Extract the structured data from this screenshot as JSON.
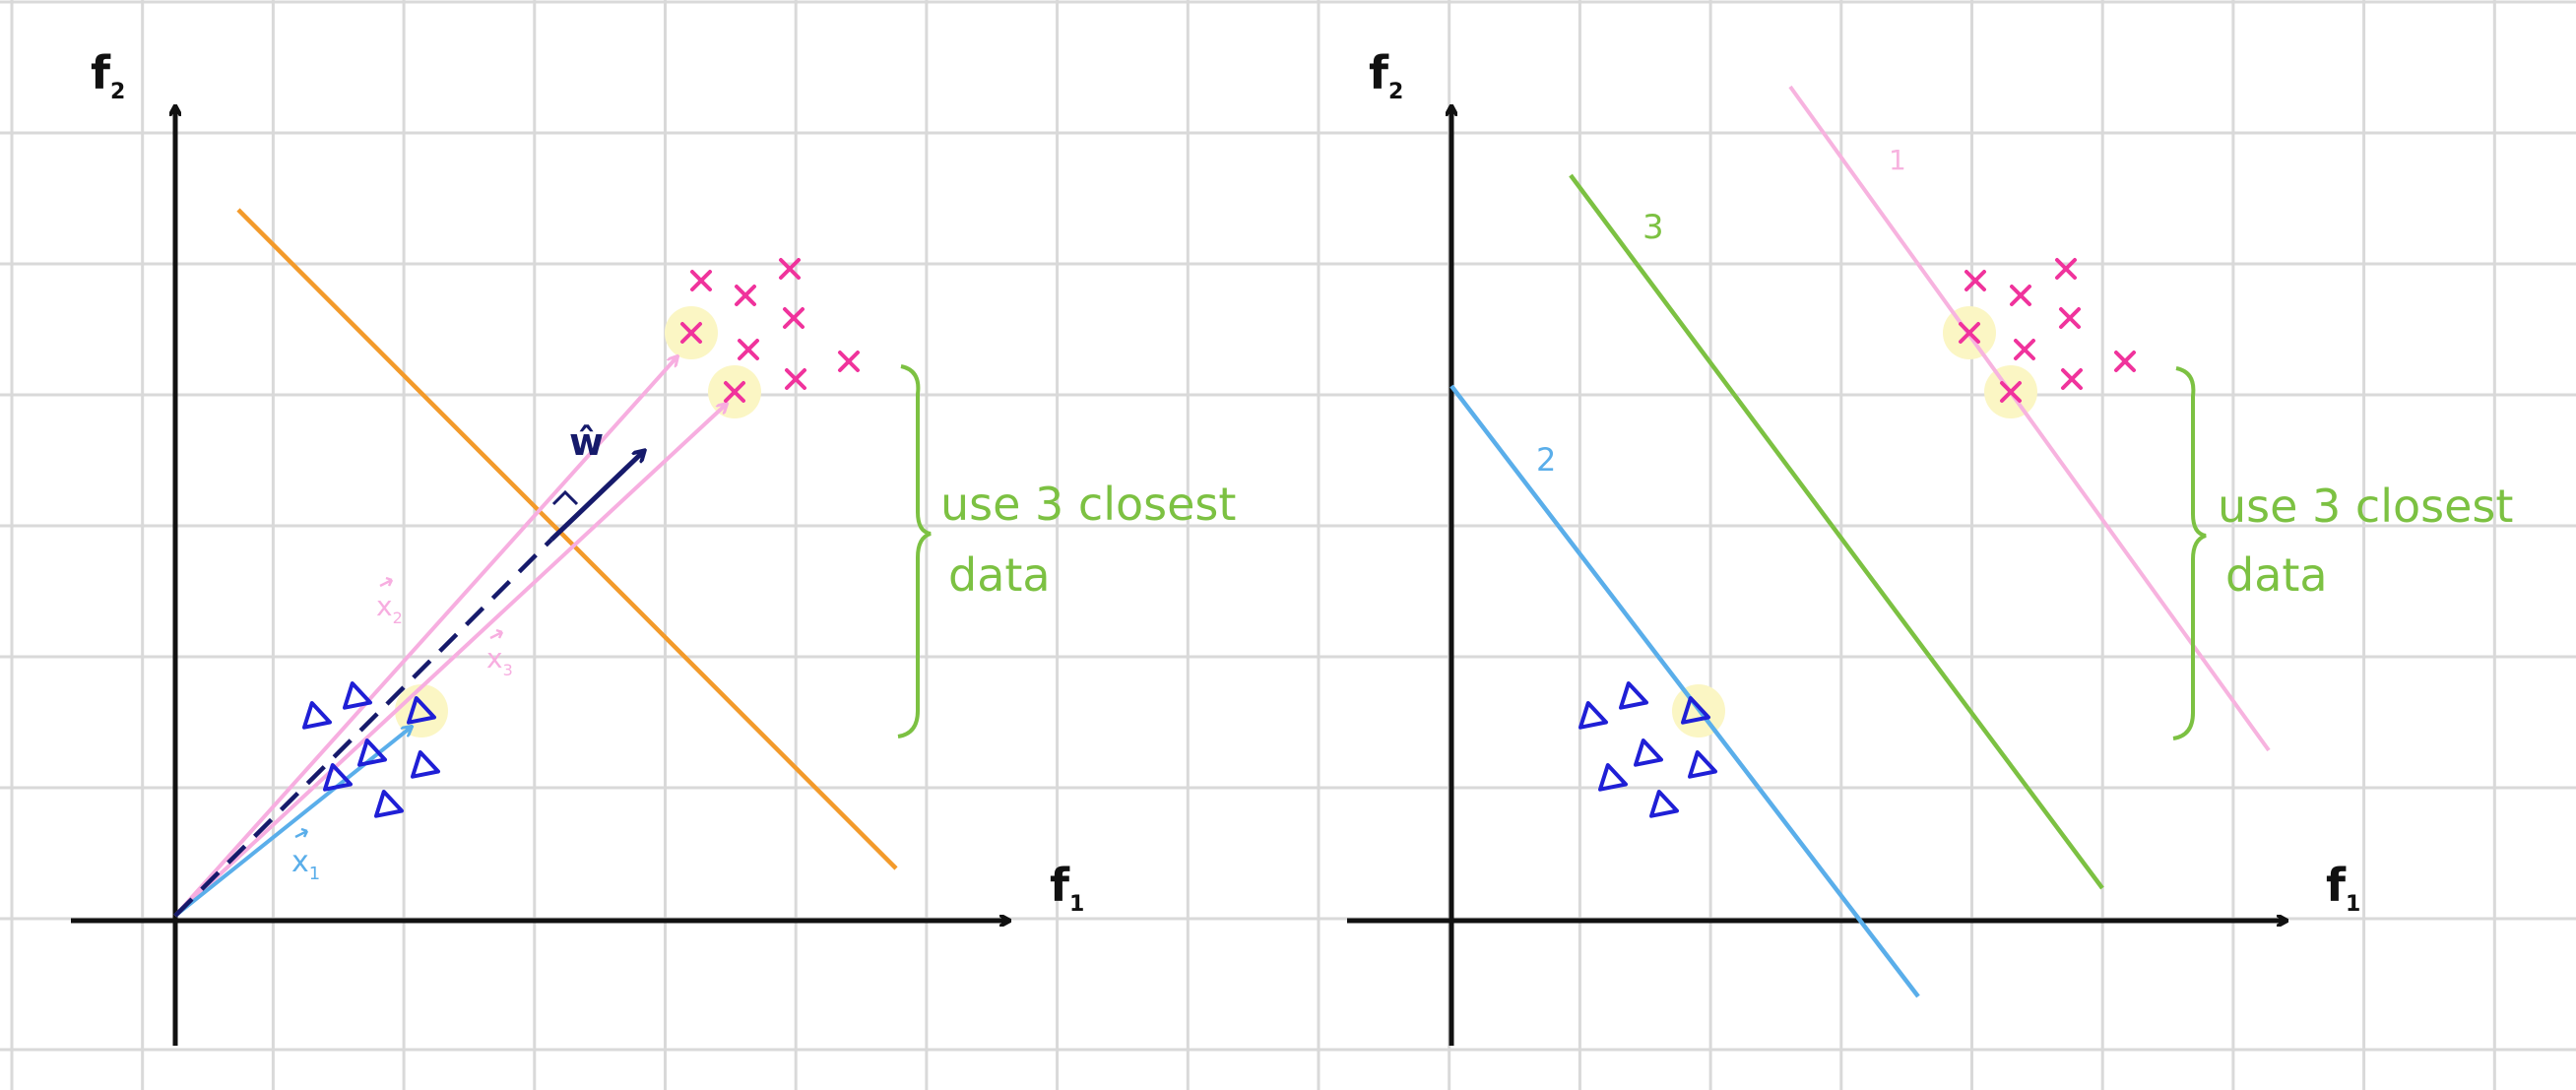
{
  "left_panel": {
    "axis_x_label": "f",
    "axis_x_sub": "1",
    "axis_y_label": "f",
    "axis_y_sub": "2",
    "w_label": "ŵ",
    "x1_label": "x",
    "x1_sub": "1",
    "x2_label": "x",
    "x2_sub": "2",
    "x3_label": "x",
    "x3_sub": "3",
    "note_line1": "use 3 closest",
    "note_line2": "data",
    "class_a_marker": "triangle",
    "class_b_marker": "cross"
  },
  "right_panel": {
    "axis_x_label": "f",
    "axis_x_sub": "1",
    "axis_y_label": "f",
    "axis_y_sub": "2",
    "line_1_label": "1",
    "line_2_label": "2",
    "line_3_label": "3",
    "note_line1": "use 3 closest",
    "note_line2": "data"
  },
  "colors": {
    "grid": "#d9d9d9",
    "axes": "#111111",
    "triangles": "#1f1fd6",
    "crosses": "#f0339c",
    "orange_line": "#f39a2a",
    "pink_vector": "#f7aee0",
    "blue_vector": "#5aaeea",
    "w_vector": "#161a6b",
    "green": "#7cc142",
    "highlight": "#fbf6c4"
  }
}
